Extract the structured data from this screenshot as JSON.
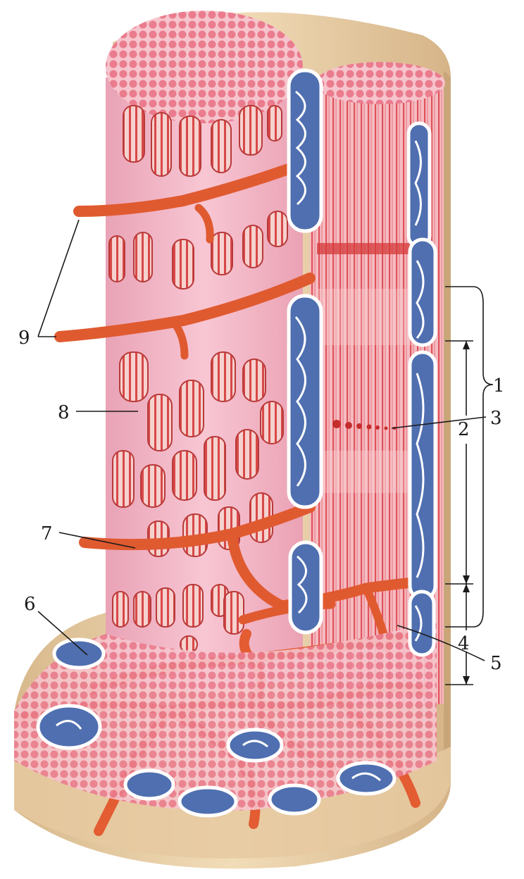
{
  "labels": {
    "l1": "1",
    "l2": "2",
    "l3": "3",
    "l4": "4",
    "l5": "5",
    "l6": "6",
    "l7": "7",
    "l8": "8",
    "l9": "9"
  },
  "colors": {
    "background": "#ffffff",
    "sarcolemma_tan": "#e8cfa6",
    "sarcoplasm_pink": "#f3b4c4",
    "myofibril_red": "#d94a4a",
    "t_tubule_orange": "#e0582e",
    "mitochondria_blue": "#4f6fb0",
    "cross_section_pink": "#ef8f9f"
  }
}
